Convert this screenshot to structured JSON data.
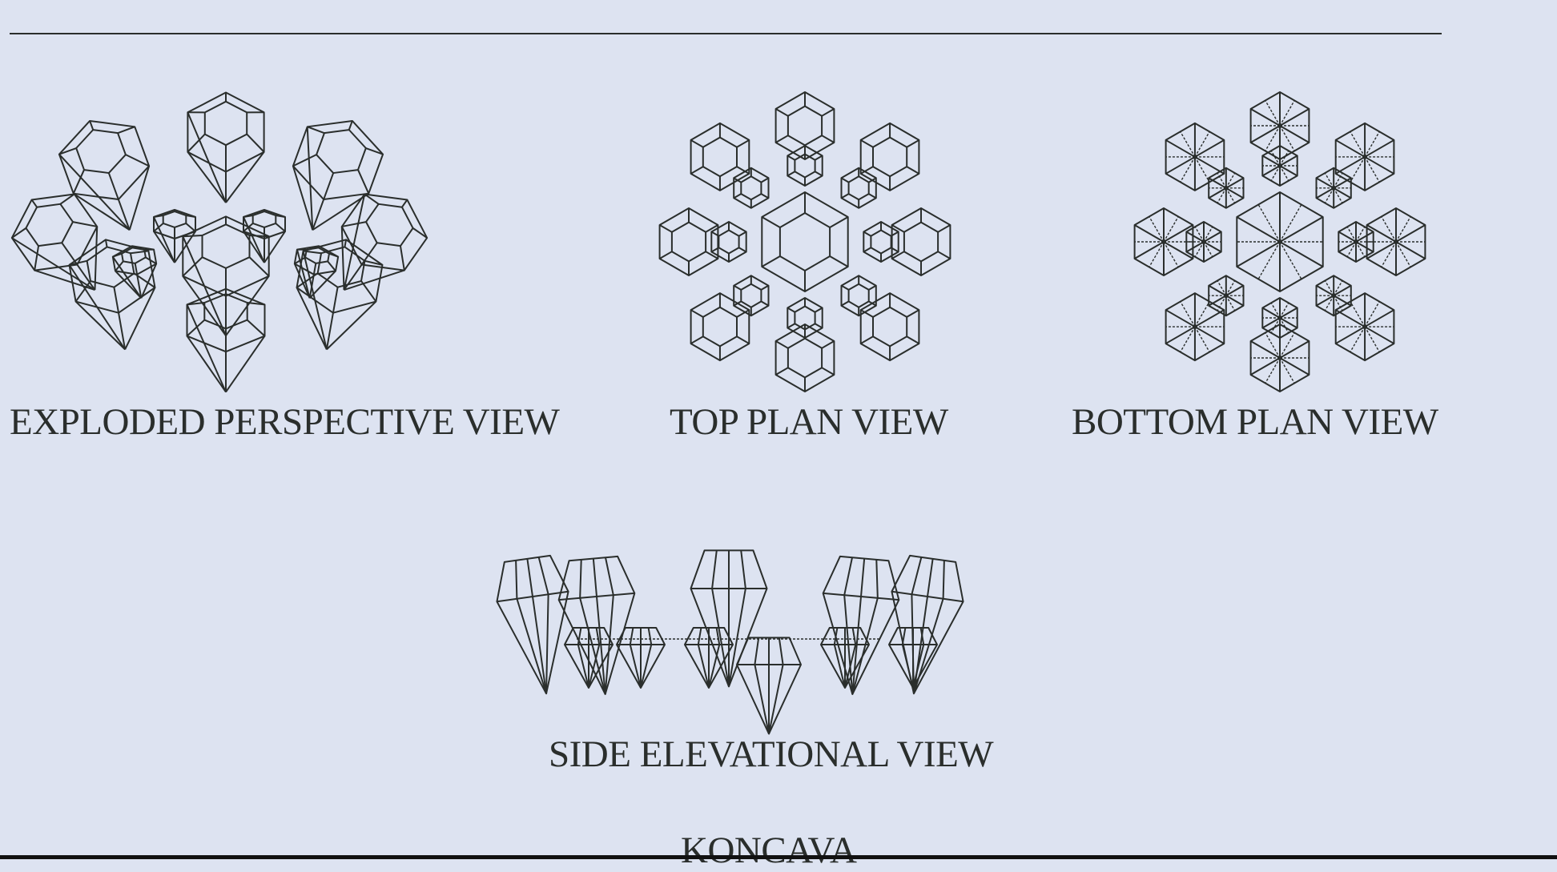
{
  "views": {
    "exploded": "EXPLODED PERSPECTIVE VIEW",
    "top": "TOP PLAN VIEW",
    "bottom": "BOTTOM PLAN VIEW",
    "side": "SIDE ELEVATIONAL VIEW"
  },
  "title": "KONCAVA"
}
